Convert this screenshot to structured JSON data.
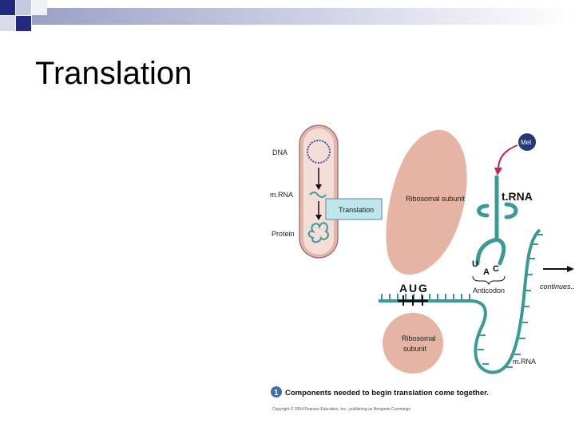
{
  "slide": {
    "title": "Translation"
  },
  "colors": {
    "accent_blue": "#1f2a80",
    "teal": "#3a9b96",
    "ribosome": "#e6b4a4",
    "cell_fill": "#e2b5ab",
    "box_fill": "#bfe6ec"
  },
  "figure": {
    "dna_label": "DNA",
    "mrna_label": "m.RNA",
    "protein_label": "Protein",
    "translation_box": "Translation",
    "large_subunit_label": "Ribosomal subunit",
    "small_subunit_label_1": "Ribosomal",
    "small_subunit_label_2": "subunit",
    "met_label": "Met",
    "trna_label": "t.RNA",
    "anticodon_letters": [
      "U",
      "A",
      "C"
    ],
    "anticodon_label": "Anticodon",
    "codon_letters": [
      "A",
      "U",
      "G"
    ],
    "continues_label": "continues...",
    "mrna_strand_label": "m.RNA",
    "step_number": "1",
    "caption": "Components needed to begin translation come together.",
    "copyright": "Copyright © 2004 Pearson Education, Inc., publishing as Benjamin Cummings"
  }
}
